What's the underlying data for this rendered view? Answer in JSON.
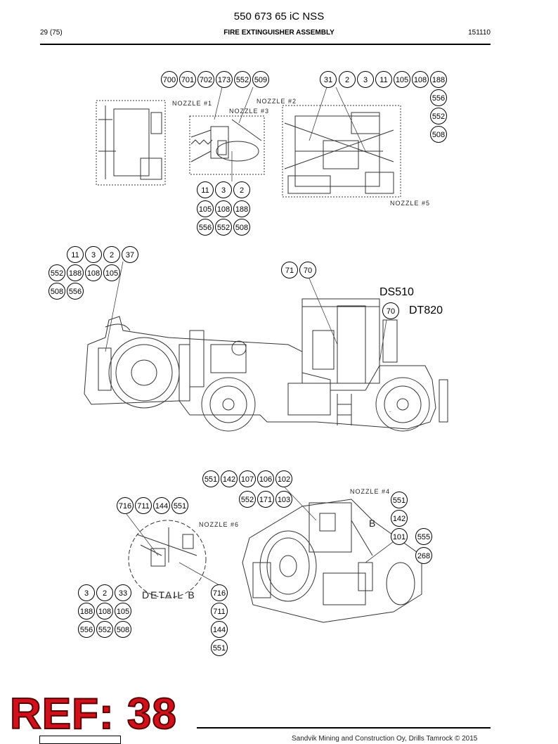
{
  "header": {
    "doc_number": "550 673 65 iC NSS",
    "page": "29 (75)",
    "section_title": "FIRE EXTINGUISHER ASSEMBLY",
    "code": "151110"
  },
  "stamp": "REF: 38",
  "footer": {
    "copyright": "Sandvik Mining and Construction Oy, Drills Tamrock © 2015"
  },
  "labels": {
    "nozzle1": "NOZZLE #1",
    "nozzle2": "NOZZLE #2",
    "nozzle3": "NOZZLE #3",
    "nozzle4": "NOZZLE #4",
    "nozzle5": "NOZZLE #5",
    "nozzle6": "NOZZLE #6",
    "detail": "DETAIL B",
    "detail_letter": "B",
    "ds510": "DS510",
    "dt820": "DT820"
  },
  "balloons": {
    "top_left": [
      "700",
      "701",
      "702",
      "173",
      "552",
      "509"
    ],
    "top_right": [
      "31",
      "2",
      "3",
      "11",
      "105",
      "108",
      "188"
    ],
    "top_right_col": [
      "556",
      "552",
      "508"
    ],
    "mid_r1": [
      "11",
      "3",
      "2"
    ],
    "mid_r2": [
      "105",
      "108",
      "188"
    ],
    "mid_r3": [
      "556",
      "552",
      "508"
    ],
    "left_r1": [
      "11",
      "3",
      "2",
      "37"
    ],
    "left_r2": [
      "552",
      "188",
      "108",
      "105"
    ],
    "left_r3": [
      "508",
      "556"
    ],
    "pair_71_70": [
      "71",
      "70"
    ],
    "single_70": [
      "70"
    ],
    "bot_r1": [
      "551",
      "142",
      "107",
      "106",
      "102"
    ],
    "bot_r2": [
      "552",
      "171",
      "103"
    ],
    "detail_row": [
      "716",
      "711",
      "144",
      "551"
    ],
    "right_col": [
      "551",
      "142",
      "101"
    ],
    "right_pair": [
      "555",
      "268"
    ],
    "detail_bl_r1": [
      "3",
      "2",
      "33"
    ],
    "detail_bl_r2": [
      "188",
      "108",
      "105"
    ],
    "detail_bl_r3": [
      "556",
      "552",
      "508"
    ],
    "detail_br_col": [
      "716",
      "711",
      "144",
      "551"
    ]
  }
}
